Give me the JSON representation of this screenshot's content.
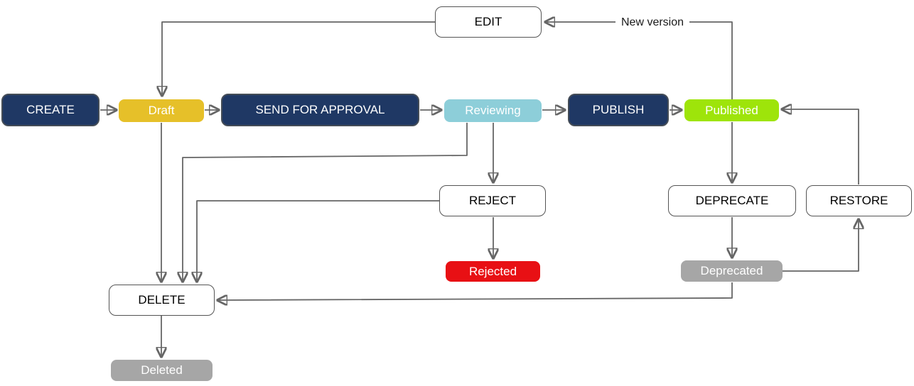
{
  "diagram": {
    "type": "flowchart",
    "nodes": {
      "create": {
        "label": "CREATE",
        "kind": "action",
        "fill": "#1f3864",
        "text": "#ffffff"
      },
      "draft": {
        "label": "Draft",
        "kind": "state",
        "fill": "#e6c029",
        "text": "#ffffff"
      },
      "send_for_approval": {
        "label": "SEND FOR APPROVAL",
        "kind": "action",
        "fill": "#1f3864",
        "text": "#ffffff"
      },
      "reviewing": {
        "label": "Reviewing",
        "kind": "state",
        "fill": "#8dced9",
        "text": "#ffffff"
      },
      "publish": {
        "label": "PUBLISH",
        "kind": "action",
        "fill": "#1f3864",
        "text": "#ffffff"
      },
      "published": {
        "label": "Published",
        "kind": "state",
        "fill": "#9ee40a",
        "text": "#ffffff"
      },
      "edit": {
        "label": "EDIT",
        "kind": "outlined",
        "fill": "#ffffff",
        "text": "#000000"
      },
      "reject": {
        "label": "REJECT",
        "kind": "outlined",
        "fill": "#ffffff",
        "text": "#000000"
      },
      "rejected": {
        "label": "Rejected",
        "kind": "state",
        "fill": "#e81014",
        "text": "#ffffff"
      },
      "deprecate": {
        "label": "DEPRECATE",
        "kind": "outlined",
        "fill": "#ffffff",
        "text": "#000000"
      },
      "restore": {
        "label": "RESTORE",
        "kind": "outlined",
        "fill": "#ffffff",
        "text": "#000000"
      },
      "deprecated": {
        "label": "Deprecated",
        "kind": "state",
        "fill": "#a6a6a6",
        "text": "#ffffff"
      },
      "delete": {
        "label": "DELETE",
        "kind": "outlined",
        "fill": "#ffffff",
        "text": "#000000"
      },
      "deleted": {
        "label": "Deleted",
        "kind": "state",
        "fill": "#a6a6a6",
        "text": "#ffffff"
      }
    },
    "edges": [
      {
        "from": "create",
        "to": "draft"
      },
      {
        "from": "draft",
        "to": "send_for_approval"
      },
      {
        "from": "send_for_approval",
        "to": "reviewing"
      },
      {
        "from": "reviewing",
        "to": "publish"
      },
      {
        "from": "publish",
        "to": "published"
      },
      {
        "from": "published",
        "to": "edit",
        "label": "New version"
      },
      {
        "from": "edit",
        "to": "draft"
      },
      {
        "from": "draft",
        "to": "delete"
      },
      {
        "from": "reviewing",
        "to": "delete"
      },
      {
        "from": "reject",
        "to": "delete"
      },
      {
        "from": "reviewing",
        "to": "reject"
      },
      {
        "from": "reject",
        "to": "rejected"
      },
      {
        "from": "published",
        "to": "deprecate"
      },
      {
        "from": "deprecate",
        "to": "deprecated"
      },
      {
        "from": "deprecated",
        "to": "restore"
      },
      {
        "from": "restore",
        "to": "published"
      },
      {
        "from": "deprecated",
        "to": "delete"
      },
      {
        "from": "delete",
        "to": "deleted"
      }
    ],
    "edge_labels": {
      "new_version": "New version"
    },
    "colors": {
      "action_fill": "#1f3864",
      "draft_fill": "#e6c029",
      "reviewing_fill": "#8dced9",
      "published_fill": "#9ee40a",
      "rejected_fill": "#e81014",
      "gray_state_fill": "#a6a6a6",
      "edge_stroke": "#666666",
      "outlined_border": "#545454"
    }
  }
}
